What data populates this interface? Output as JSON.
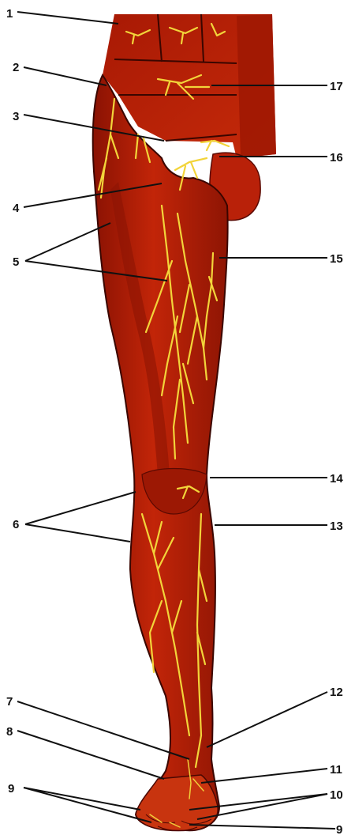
{
  "labels": {
    "l1": "1",
    "l2": "2",
    "l3": "3",
    "l4": "4",
    "l5": "5",
    "l6": "6",
    "l7": "7",
    "l8": "8",
    "l9a": "9",
    "l9b": "9",
    "l10": "10",
    "l11": "11",
    "l12": "12",
    "l13": "13",
    "l14": "14",
    "l15": "15",
    "l16": "16",
    "l17": "17"
  },
  "colors": {
    "muscle": "#b51d06",
    "muscle_dark": "#7d1003",
    "nerve": "#f2d43a",
    "leader": "#111111"
  }
}
